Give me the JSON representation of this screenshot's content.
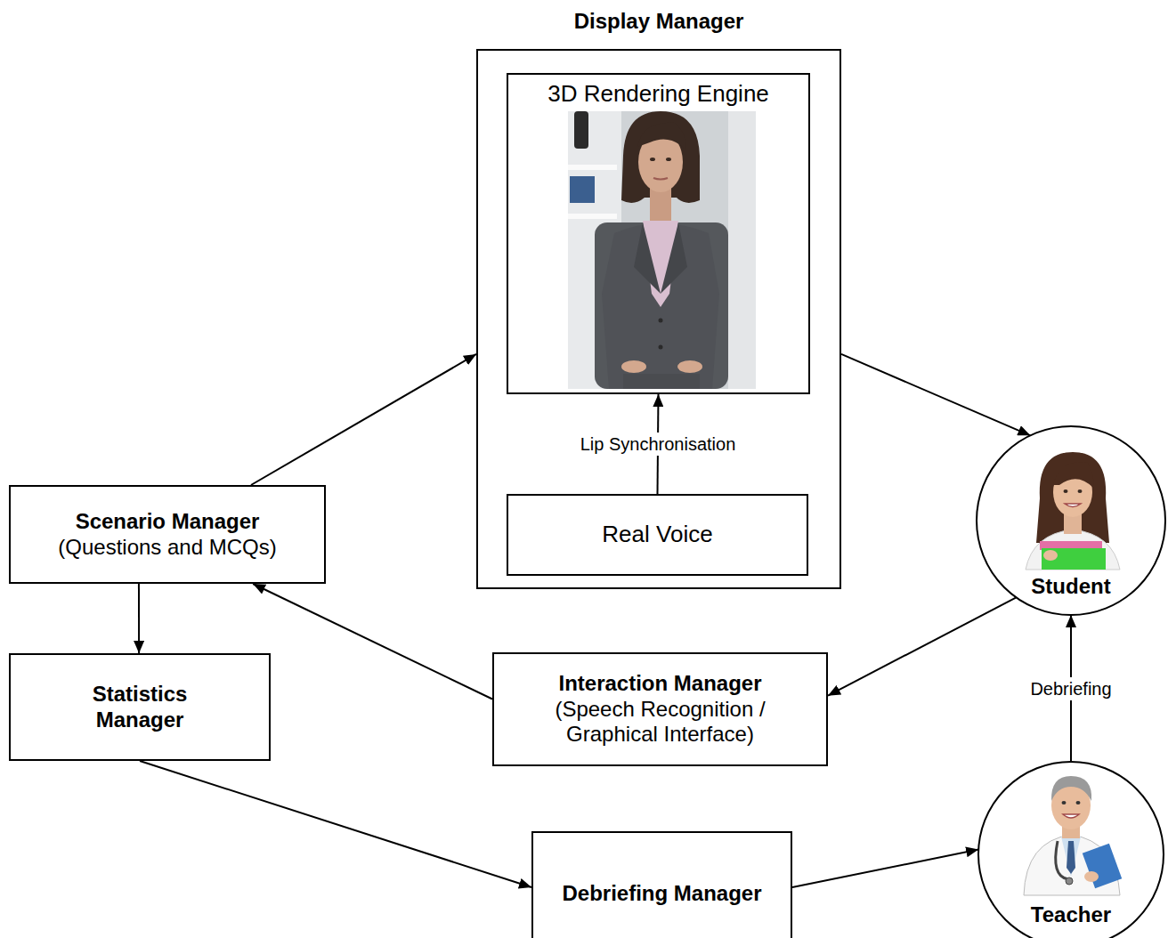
{
  "diagram": {
    "nodes": [
      {
        "text": [
          "Display Manager"
        ]
      },
      {
        "text": [
          "3D Rendering Engine"
        ],
        "in": 0
      },
      {
        "text": [
          "Real Voice"
        ],
        "in": 0
      },
      {
        "text": [
          "Scenario Manager",
          "(Questions and MCQs)"
        ]
      },
      {
        "text": [
          "Student"
        ]
      },
      {
        "text": [
          "Statistics Manager"
        ]
      },
      {
        "text": [
          "Interaction Manager",
          "(Speech Recognition / Graphical Interface)"
        ]
      },
      {
        "text": [
          "Debriefing Manager"
        ]
      },
      {
        "text": [
          "Teacher"
        ]
      }
    ],
    "edges": [
      {
        "from": 3,
        "to": 0,
        "arrow": "to"
      },
      {
        "from": 2,
        "to": 1,
        "label": "Lip Synchronisation",
        "arrow": "to"
      },
      {
        "from": 0,
        "to": 4,
        "arrow": "to"
      },
      {
        "from": 4,
        "to": 6,
        "arrow": "to"
      },
      {
        "from": 6,
        "to": 3,
        "arrow": "to"
      },
      {
        "from": 3,
        "to": 5,
        "arrow": "to"
      },
      {
        "from": 8,
        "to": 4,
        "label": "Debriefing",
        "arrow": "to"
      },
      {
        "from": 5,
        "to": 7,
        "arrow": "to"
      },
      {
        "from": 7,
        "to": 8,
        "arrow": "to"
      }
    ]
  }
}
